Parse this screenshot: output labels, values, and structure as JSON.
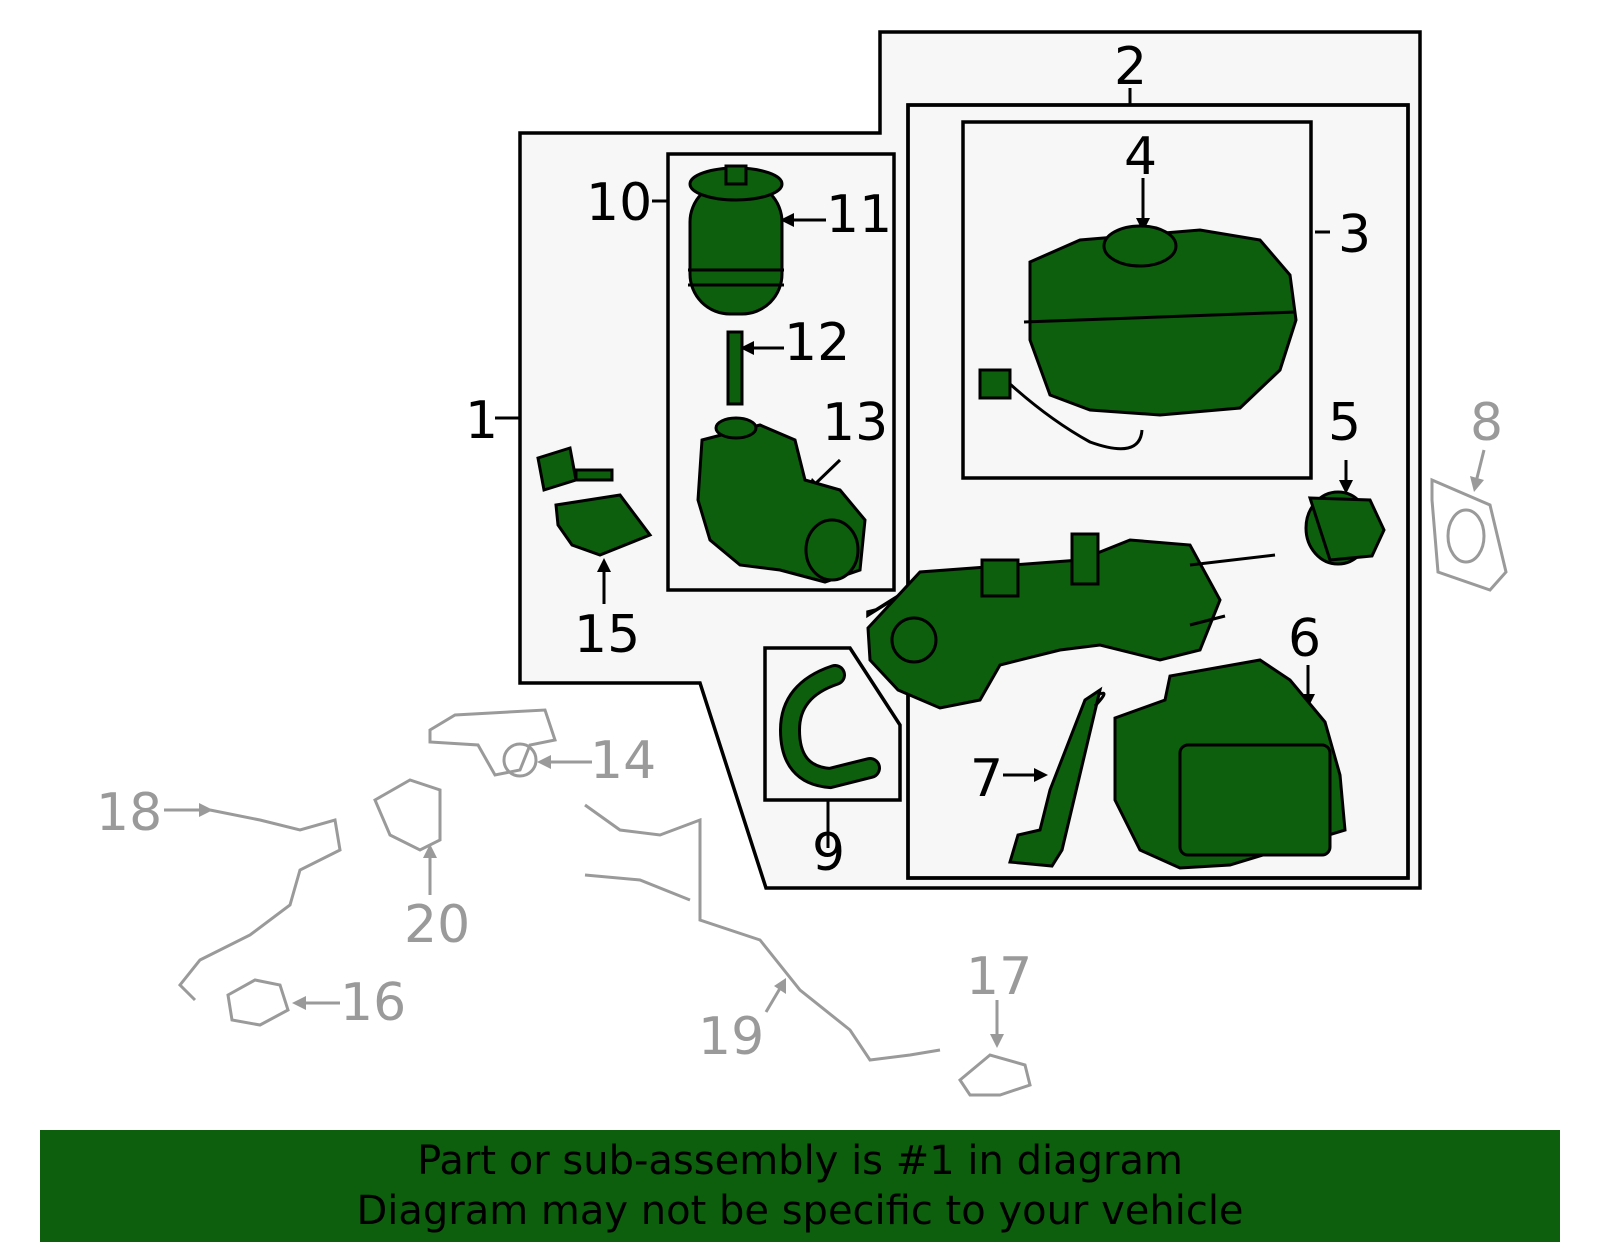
{
  "colors": {
    "part_fill": "#0d5e0d",
    "banner_bg": "#0d5e0d",
    "ref_gray": "#9a9a9a",
    "panel_bg": "#f7f7f7"
  },
  "callouts": {
    "c1": "1",
    "c2": "2",
    "c3": "3",
    "c4": "4",
    "c5": "5",
    "c6": "6",
    "c7": "7",
    "c8": "8",
    "c9": "9",
    "c10": "10",
    "c11": "11",
    "c12": "12",
    "c13": "13",
    "c14": "14",
    "c15": "15",
    "c16": "16",
    "c17": "17",
    "c18": "18",
    "c19": "19",
    "c20": "20"
  },
  "banner": {
    "line1": "Part or sub-assembly is #1 in diagram",
    "line2": "Diagram may not be specific to your vehicle"
  }
}
